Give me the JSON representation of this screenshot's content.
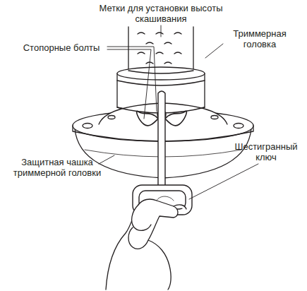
{
  "diagram": {
    "labels": [
      "Метки для установки высоты скашивания",
      "Триммерная головка",
      "Стопорные болты",
      "Защитная чашка триммерной головки",
      "Шестигранный ключ"
    ]
  }
}
